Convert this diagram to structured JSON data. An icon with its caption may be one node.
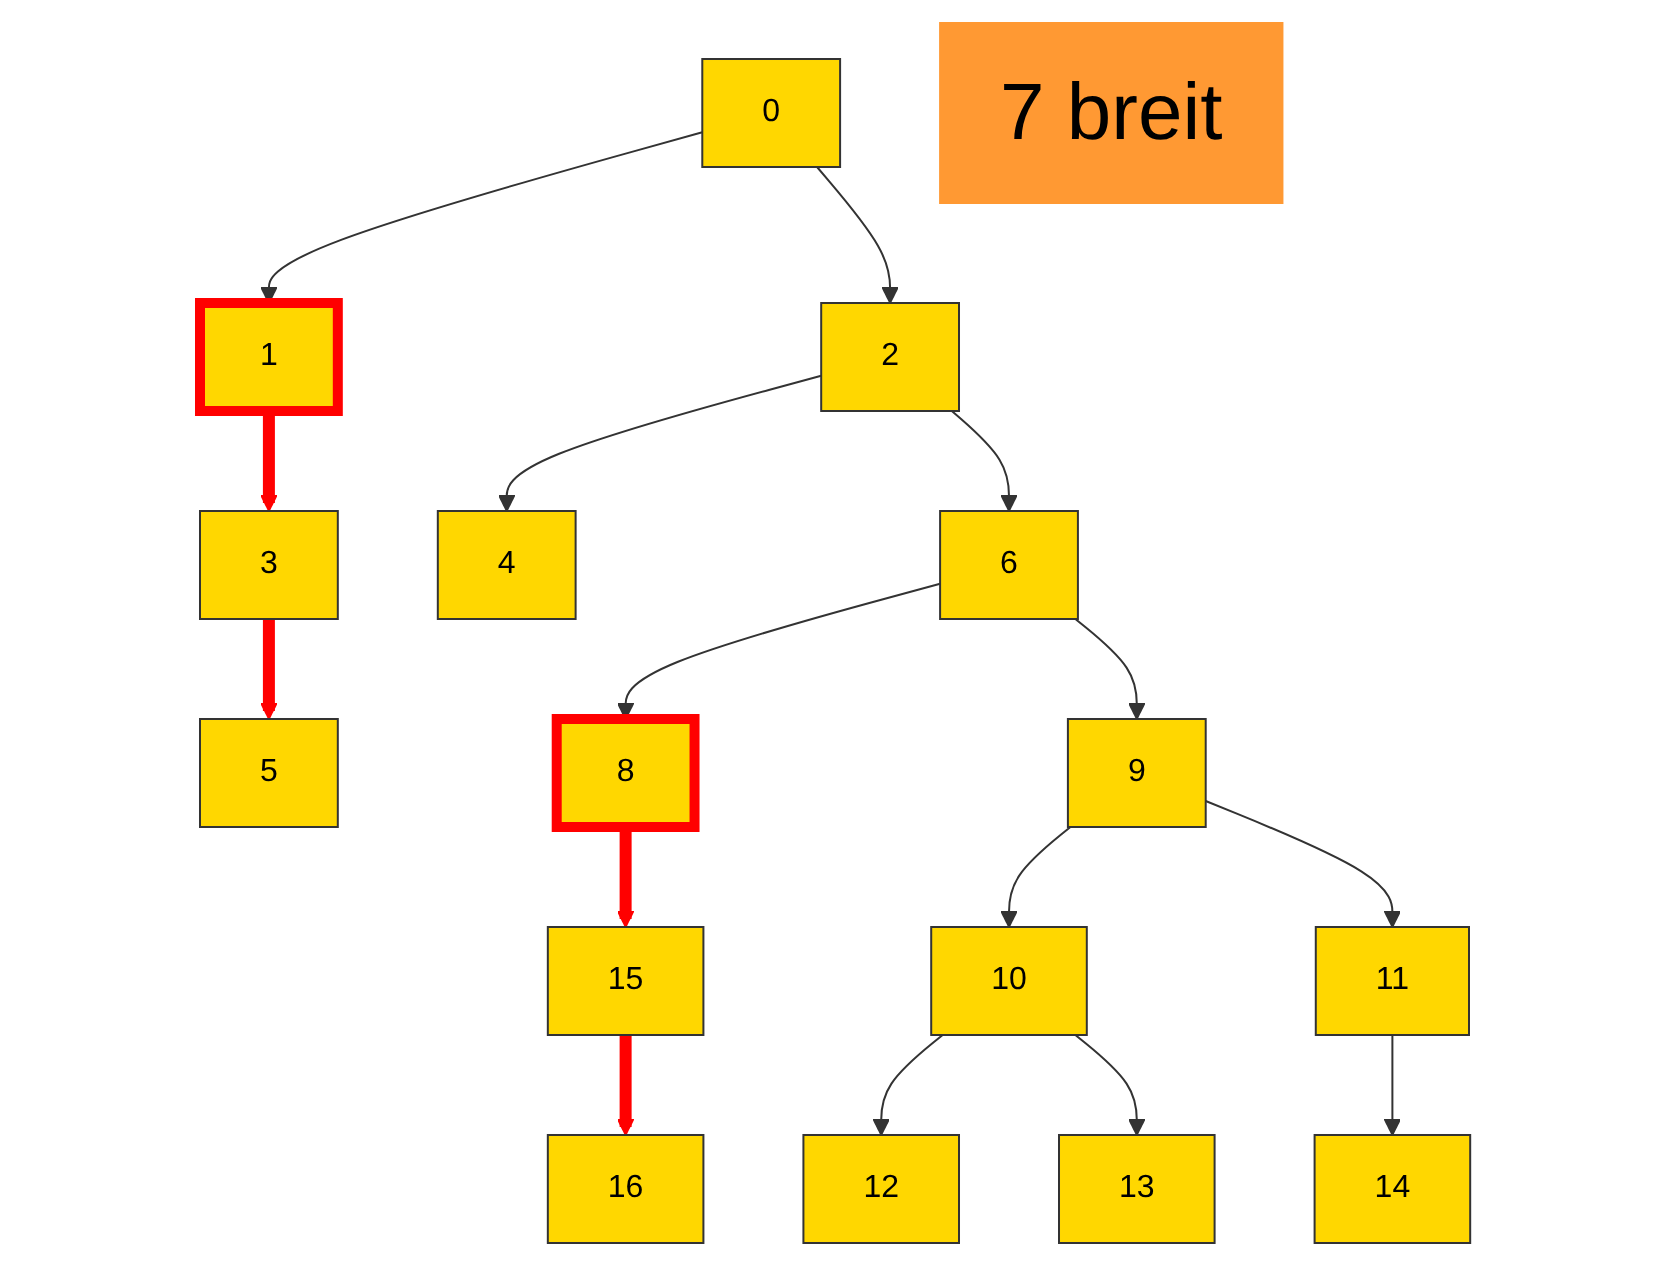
{
  "diagram": {
    "nodes": [
      {
        "text": [
          "0"
        ]
      },
      {
        "text": [
          "7 breit"
        ]
      },
      {
        "text": [
          "1"
        ]
      },
      {
        "text": [
          "2"
        ]
      },
      {
        "text": [
          "3"
        ]
      },
      {
        "text": [
          "4"
        ]
      },
      {
        "text": [
          "6"
        ]
      },
      {
        "text": [
          "5"
        ]
      },
      {
        "text": [
          "8"
        ]
      },
      {
        "text": [
          "9"
        ]
      },
      {
        "text": [
          "15"
        ]
      },
      {
        "text": [
          "10"
        ]
      },
      {
        "text": [
          "11"
        ]
      },
      {
        "text": [
          "16"
        ]
      },
      {
        "text": [
          "12"
        ]
      },
      {
        "text": [
          "13"
        ]
      },
      {
        "text": [
          "14"
        ]
      }
    ],
    "edges": [
      {
        "from": 0,
        "to": 2,
        "arrow": "to"
      },
      {
        "from": 0,
        "to": 3,
        "arrow": "to"
      },
      {
        "from": 2,
        "to": 4,
        "arrow": "to",
        "style": "thick",
        "color": "#ff0000"
      },
      {
        "from": 3,
        "to": 5,
        "arrow": "to"
      },
      {
        "from": 3,
        "to": 6,
        "arrow": "to"
      },
      {
        "from": 4,
        "to": 7,
        "arrow": "to",
        "style": "thick",
        "color": "#ff0000"
      },
      {
        "from": 6,
        "to": 8,
        "arrow": "to"
      },
      {
        "from": 6,
        "to": 9,
        "arrow": "to"
      },
      {
        "from": 8,
        "to": 10,
        "arrow": "to",
        "style": "thick",
        "color": "#ff0000"
      },
      {
        "from": 9,
        "to": 11,
        "arrow": "to"
      },
      {
        "from": 9,
        "to": 12,
        "arrow": "to"
      },
      {
        "from": 10,
        "to": 13,
        "arrow": "to",
        "style": "thick",
        "color": "#ff0000"
      },
      {
        "from": 11,
        "to": 14,
        "arrow": "to"
      },
      {
        "from": 11,
        "to": 15,
        "arrow": "to"
      },
      {
        "from": 12,
        "to": 16,
        "arrow": "to"
      }
    ]
  }
}
